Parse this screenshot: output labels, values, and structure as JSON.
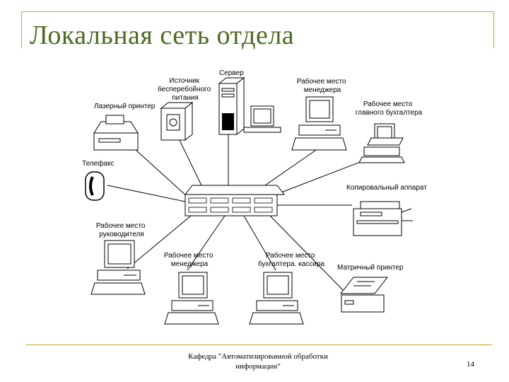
{
  "title": "Локальная сеть отдела",
  "footer": {
    "department_line1": "Кафедра \"Автоматизированной обработки",
    "department_line2": "информации\"",
    "page_number": "14"
  },
  "nodes": {
    "laser_printer": [
      "Лазерный принтер"
    ],
    "ups": [
      "Источник",
      "бесперебойного",
      "питания"
    ],
    "server": [
      "Сервер"
    ],
    "manager_top": [
      "Рабочее место",
      "менеджера"
    ],
    "chief_accountant": [
      "Рабочее место",
      "главного бухгалтера"
    ],
    "telefax": [
      "Телефакс"
    ],
    "copier": [
      "Копировальный аппарат"
    ],
    "director": [
      "Рабочее место",
      "руководителя"
    ],
    "manager_bottom": [
      "Рабочее место",
      "менеджера"
    ],
    "accountant_cashier": [
      "Рабочее место",
      "бухгалтера. кассира"
    ],
    "dot_printer": [
      "Матричный принтер"
    ]
  },
  "colors": {
    "frame": "#c9a227",
    "title": "#4a6b20",
    "lines": "#000000"
  }
}
